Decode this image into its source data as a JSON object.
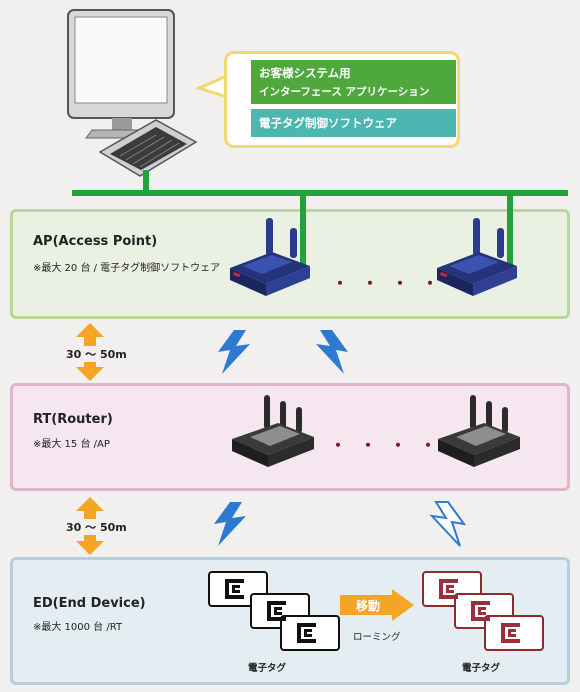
{
  "callout": {
    "line1": "お客様システム用",
    "line2": "インターフェース アプリケーション",
    "line3": "電子タグ制御ソフトウェア"
  },
  "layers": {
    "ap": {
      "title": "AP(Access Point)",
      "sub": "※最大 20 台 / 電子タグ制御ソフトウェア"
    },
    "rt": {
      "title": "RT(Router)",
      "sub": "※最大 15 台 /AP"
    },
    "ed": {
      "title": "ED(End Device)",
      "sub": "※最大 1000 台 /RT"
    }
  },
  "distance_labels": [
    "30 〜 50m",
    "30 〜 50m"
  ],
  "ellipsis": "・・・・",
  "move": {
    "label": "移動",
    "sub": "ローミング"
  },
  "tag_caption": "電子タグ",
  "colors": {
    "green": "#1fa33a",
    "callout_green": "#4ea83c",
    "callout_teal": "#4cb7b0",
    "callout_border": "#f5d86c",
    "orange": "#f5a524",
    "bolt_blue": "#2e7ad1"
  }
}
